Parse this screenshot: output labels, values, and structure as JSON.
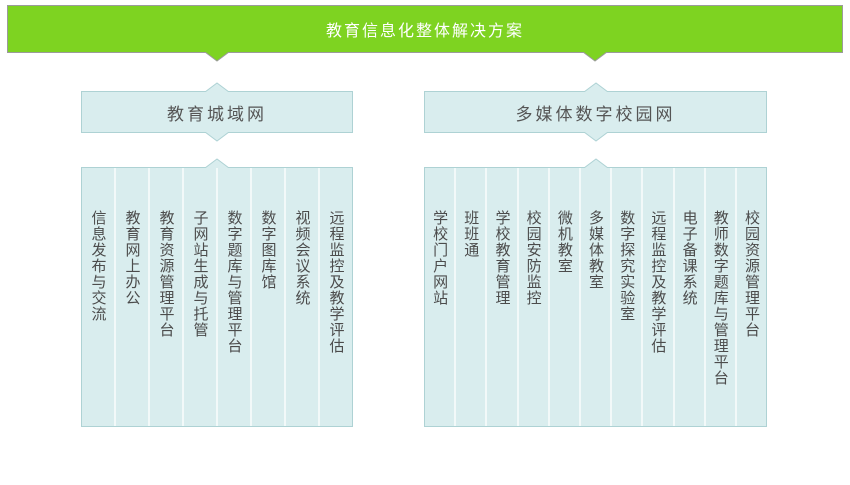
{
  "title": "教育信息化整体解决方案",
  "colors": {
    "banner_green": "#7ed321",
    "banner_border": "#9b9b9b",
    "box_fill": "#d9edee",
    "box_border": "#aed2d4",
    "column_divider": "#f2f9f9",
    "title_text": "#ffffff",
    "header_text": "#555555",
    "item_text": "#4c4c4c"
  },
  "groups": [
    {
      "label": "教育城域网",
      "items": [
        "信息发布与交流",
        "教育网上办公",
        "教育资源管理平台",
        "子网站生成与托管",
        "数字题库与管理平台",
        "数字图库馆",
        "视频会议系统",
        "远程监控及教学评估"
      ]
    },
    {
      "label": "多媒体数字校园网",
      "items": [
        "学校门户网站",
        "班班通",
        "学校教育管理",
        "校园安防监控",
        "微机教室",
        "多媒体教室",
        "数字探究实验室",
        "远程监控及教学评估",
        "电子备课系统",
        "教师数字题库与管理平台",
        "校园资源管理平台"
      ]
    }
  ]
}
